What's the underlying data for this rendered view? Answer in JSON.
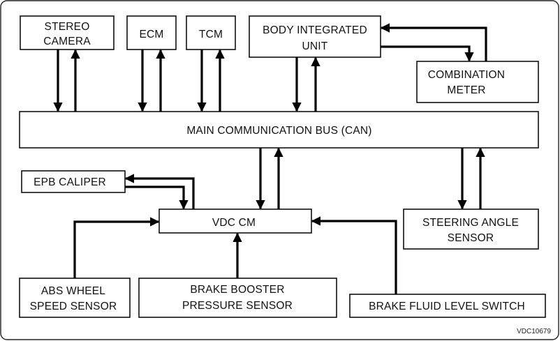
{
  "diagram": {
    "nodes": {
      "stereo_camera": [
        "STEREO",
        "CAMERA"
      ],
      "ecm": [
        "ECM"
      ],
      "tcm": [
        "TCM"
      ],
      "body_integrated_unit": [
        "BODY INTEGRATED",
        "UNIT"
      ],
      "combination_meter": [
        "COMBINATION",
        "METER"
      ],
      "main_bus": [
        "MAIN COMMUNICATION BUS (CAN)"
      ],
      "epb_caliper": [
        "EPB CALIPER"
      ],
      "vdc_cm": [
        "VDC CM"
      ],
      "steering_angle_sensor": [
        "STEERING ANGLE",
        "SENSOR"
      ],
      "abs_wheel_speed_sensor": [
        "ABS WHEEL",
        "SPEED SENSOR"
      ],
      "brake_booster_pressure_sensor": [
        "BRAKE BOOSTER",
        "PRESSURE SENSOR"
      ],
      "brake_fluid_level_switch": [
        "BRAKE FLUID LEVEL SWITCH"
      ]
    },
    "connections": [
      {
        "from": "stereo_camera",
        "to": "main_bus"
      },
      {
        "from": "main_bus",
        "to": "stereo_camera"
      },
      {
        "from": "ecm",
        "to": "main_bus"
      },
      {
        "from": "main_bus",
        "to": "ecm"
      },
      {
        "from": "tcm",
        "to": "main_bus"
      },
      {
        "from": "main_bus",
        "to": "tcm"
      },
      {
        "from": "body_integrated_unit",
        "to": "main_bus"
      },
      {
        "from": "main_bus",
        "to": "body_integrated_unit"
      },
      {
        "from": "combination_meter",
        "to": "body_integrated_unit"
      },
      {
        "from": "body_integrated_unit",
        "to": "combination_meter"
      },
      {
        "from": "main_bus",
        "to": "vdc_cm"
      },
      {
        "from": "vdc_cm",
        "to": "main_bus"
      },
      {
        "from": "main_bus",
        "to": "steering_angle_sensor"
      },
      {
        "from": "steering_angle_sensor",
        "to": "main_bus"
      },
      {
        "from": "vdc_cm",
        "to": "epb_caliper"
      },
      {
        "from": "epb_caliper",
        "to": "vdc_cm"
      },
      {
        "from": "abs_wheel_speed_sensor",
        "to": "vdc_cm"
      },
      {
        "from": "brake_booster_pressure_sensor",
        "to": "vdc_cm"
      },
      {
        "from": "brake_fluid_level_switch",
        "to": "vdc_cm"
      }
    ],
    "figure_code": "VDC10679"
  },
  "colors": {
    "line": "#000000",
    "box_border": "#111111",
    "background": "#ffffff"
  }
}
